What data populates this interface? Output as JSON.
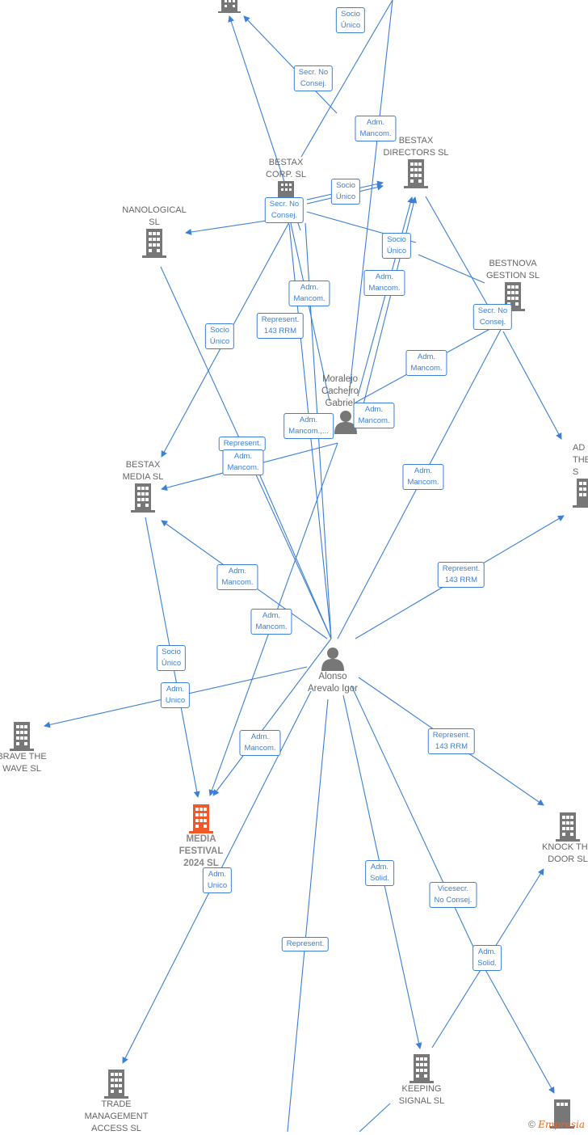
{
  "companies": {
    "top_company": {
      "label": ""
    },
    "bestax_corp": {
      "label": "BESTAX\nCORP.  SL"
    },
    "bestax_directors": {
      "label": "BESTAX\nDIRECTORS  SL"
    },
    "nanological": {
      "label": "NANOLOGICAL\nSL"
    },
    "bestnova": {
      "label": "BESTNOVA\nGESTION  SL"
    },
    "ad_therap": {
      "label": "AD\nTHERAP\nS"
    },
    "bestax_media": {
      "label": "BESTAX\nMEDIA  SL"
    },
    "brave_the_wave": {
      "label": "BRAVE THE\nWAVE  SL"
    },
    "media_festival": {
      "label": "MEDIA\nFESTIVAL\n2024  SL"
    },
    "knock_the_door": {
      "label": "KNOCK THE\nDOOR  SL"
    },
    "trade_management": {
      "label": "TRADE\nMANAGEMENT\nACCESS  SL"
    },
    "keeping_signal": {
      "label": "KEEPING\nSIGNAL  SL"
    },
    "bottom_right": {
      "label": ""
    }
  },
  "persons": {
    "moralejo": {
      "label": "Moralejo\nCacheiro\nGabriel"
    },
    "alonso": {
      "label": "Alonso\nArevalo Igor"
    }
  },
  "relations": [
    {
      "id": "r1",
      "text": "Socio\nÚnico"
    },
    {
      "id": "r2",
      "text": "Secr.  No\nConsej."
    },
    {
      "id": "r3",
      "text": "Adm.\nMancom."
    },
    {
      "id": "r4",
      "text": "Socio\nÚnico"
    },
    {
      "id": "r5",
      "text": "Secr.  No\nConsej."
    },
    {
      "id": "r6",
      "text": "Socio\nÚnico"
    },
    {
      "id": "r7",
      "text": "Adm.\nMancom."
    },
    {
      "id": "r8",
      "text": "Adm.\nMancom."
    },
    {
      "id": "r9",
      "text": "Secr.  No\nConsej."
    },
    {
      "id": "r10",
      "text": "Represent.\n143 RRM"
    },
    {
      "id": "r11",
      "text": "Socio\nÚnico"
    },
    {
      "id": "r12",
      "text": "Adm.\nMancom."
    },
    {
      "id": "r13",
      "text": "Adm.\nMancom.,..."
    },
    {
      "id": "r14",
      "text": "Adm.\nMancom."
    },
    {
      "id": "r15",
      "text": "Represent."
    },
    {
      "id": "r16",
      "text": "Adm.\nMancom."
    },
    {
      "id": "r17",
      "text": "Adm.\nMancom."
    },
    {
      "id": "r18",
      "text": "Represent.\n143 RRM"
    },
    {
      "id": "r19",
      "text": "Adm.\nMancom."
    },
    {
      "id": "r20",
      "text": "Adm.\nMancom."
    },
    {
      "id": "r21",
      "text": "Socio\nÚnico"
    },
    {
      "id": "r22",
      "text": "Adm.\nUnico"
    },
    {
      "id": "r23",
      "text": "Adm.\nMancom."
    },
    {
      "id": "r24",
      "text": "Represent.\n143 RRM"
    },
    {
      "id": "r25",
      "text": "Adm.\nUnico"
    },
    {
      "id": "r26",
      "text": "Adm.\nSolid."
    },
    {
      "id": "r27",
      "text": "Vicesecr.\nNo Consej."
    },
    {
      "id": "r28",
      "text": "Adm.\nSolid."
    },
    {
      "id": "r29",
      "text": "Represent."
    }
  ],
  "footer": {
    "copyright": "©",
    "brand": "Empresia"
  },
  "colors": {
    "edge": "#3b7fd6",
    "building": "#777777",
    "focus": "#f05a2b",
    "person": "#777777"
  }
}
